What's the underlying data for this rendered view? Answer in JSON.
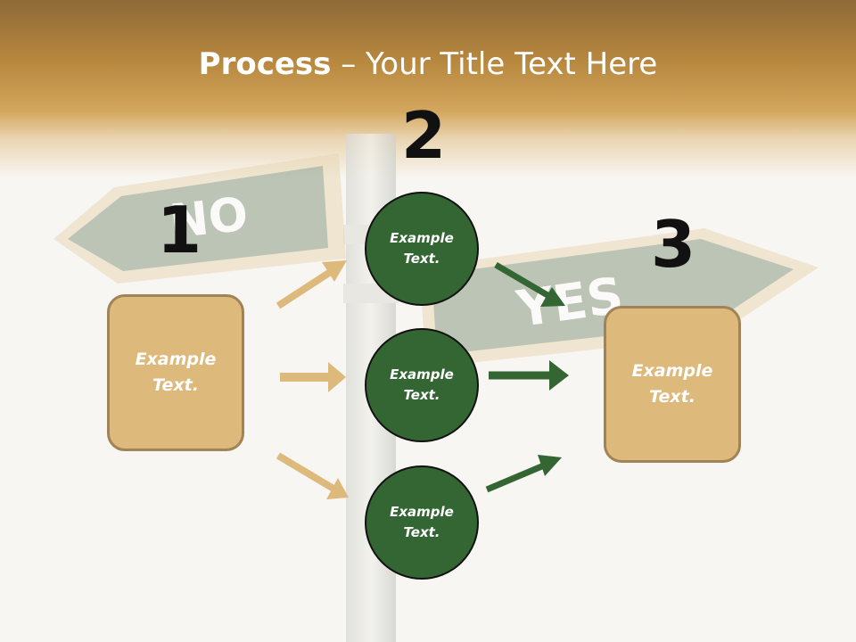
{
  "title": {
    "bold": "Process",
    "dash": " – ",
    "rest": "Your Title Text Here"
  },
  "sign_no": {
    "text": "NO"
  },
  "sign_yes": {
    "text": "YES"
  },
  "steps": [
    "1",
    "2",
    "3"
  ],
  "left_box": {
    "text": "Example Text."
  },
  "right_box": {
    "text": "Example Text."
  },
  "circles": [
    {
      "text": "Example Text."
    },
    {
      "text": "Example Text."
    },
    {
      "text": "Example Text."
    }
  ],
  "colors": {
    "header": "#c9a05a",
    "box_fill": "#ddb97c",
    "box_border": "#a08356",
    "circle_fill": "#336633",
    "arrow_tan": "#ddb97c",
    "arrow_green": "#336633"
  }
}
